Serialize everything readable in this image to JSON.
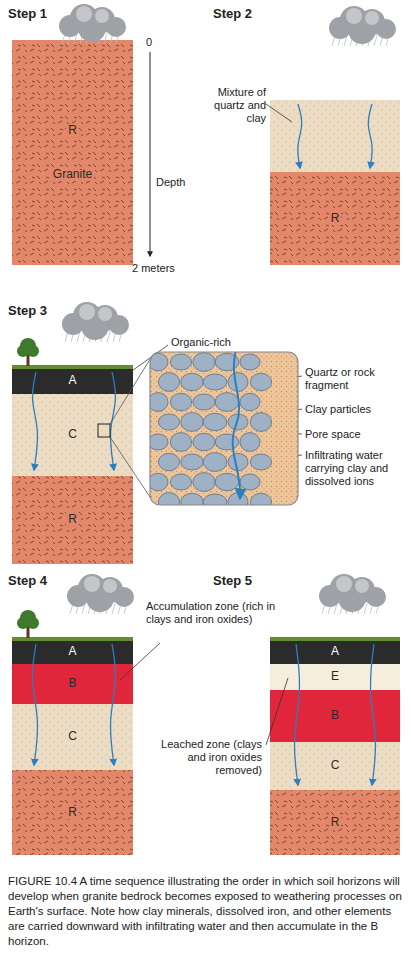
{
  "diagram": {
    "caption": "FIGURE 10.4 A time sequence illustrating the order in which soil horizons will develop when granite bedrock becomes exposed to weathering processes on Earth's surface. Note how clay minerals, dissolved iron, and other elements are carried downward with infiltrating water and then accumulate in the B horizon.",
    "nodes": [
      {
        "text": [
          "R",
          "Granite"
        ]
      },
      {
        "text": [
          "R"
        ]
      },
      {
        "text": [
          "A"
        ]
      },
      {
        "text": [
          "C"
        ]
      },
      {
        "text": [
          "R"
        ]
      },
      {
        "text": [
          "A"
        ]
      },
      {
        "text": [
          "B"
        ]
      },
      {
        "text": [
          "C"
        ]
      },
      {
        "text": [
          "R"
        ]
      },
      {
        "text": [
          "A"
        ]
      },
      {
        "text": [
          "E"
        ]
      },
      {
        "text": [
          "B"
        ]
      },
      {
        "text": [
          "C"
        ]
      },
      {
        "text": [
          "R"
        ]
      }
    ],
    "labels": [
      "Step 1",
      "0",
      "Depth",
      "2 meters",
      "Step 2",
      "Mixture of quartz and clay",
      "Step 3",
      "Organic-rich",
      "Quartz or rock fragment",
      "Clay particles",
      "Pore space",
      "Infiltrating water carrying clay and dissolved ions",
      "Step 4",
      "Accumulation zone (rich in clays and iron oxides)",
      "Step 5",
      "Leached zone (clays and iron oxides removed)"
    ]
  }
}
